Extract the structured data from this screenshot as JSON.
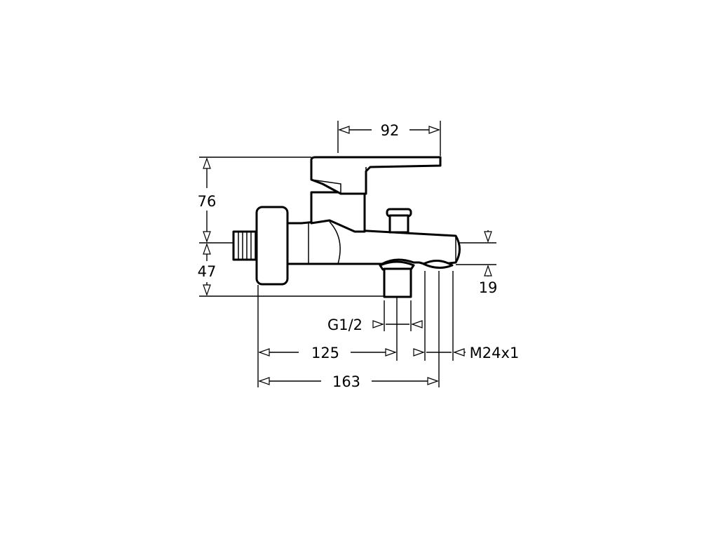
{
  "dimensions": {
    "top_width": "92",
    "overall_height": "76",
    "lower_height": "47",
    "spout_height": "19",
    "inlet_thread": "G1/2",
    "inlet_distance": "125",
    "overall_length": "163",
    "outlet_thread": "M24x1"
  }
}
